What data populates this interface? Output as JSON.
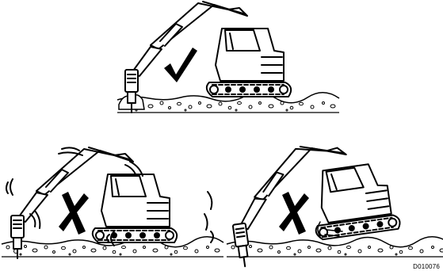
{
  "figure": {
    "reference_code": "D010076",
    "panels": [
      {
        "id": "top",
        "verdict": "correct",
        "verdict_icon": "check-mark-icon",
        "machine_state": "stable"
      },
      {
        "id": "bottom-left",
        "verdict": "incorrect",
        "verdict_icon": "x-mark-icon",
        "machine_state": "vibrating"
      },
      {
        "id": "bottom-right",
        "verdict": "incorrect",
        "verdict_icon": "x-mark-icon",
        "machine_state": "tilted-rear-lifted"
      }
    ]
  }
}
